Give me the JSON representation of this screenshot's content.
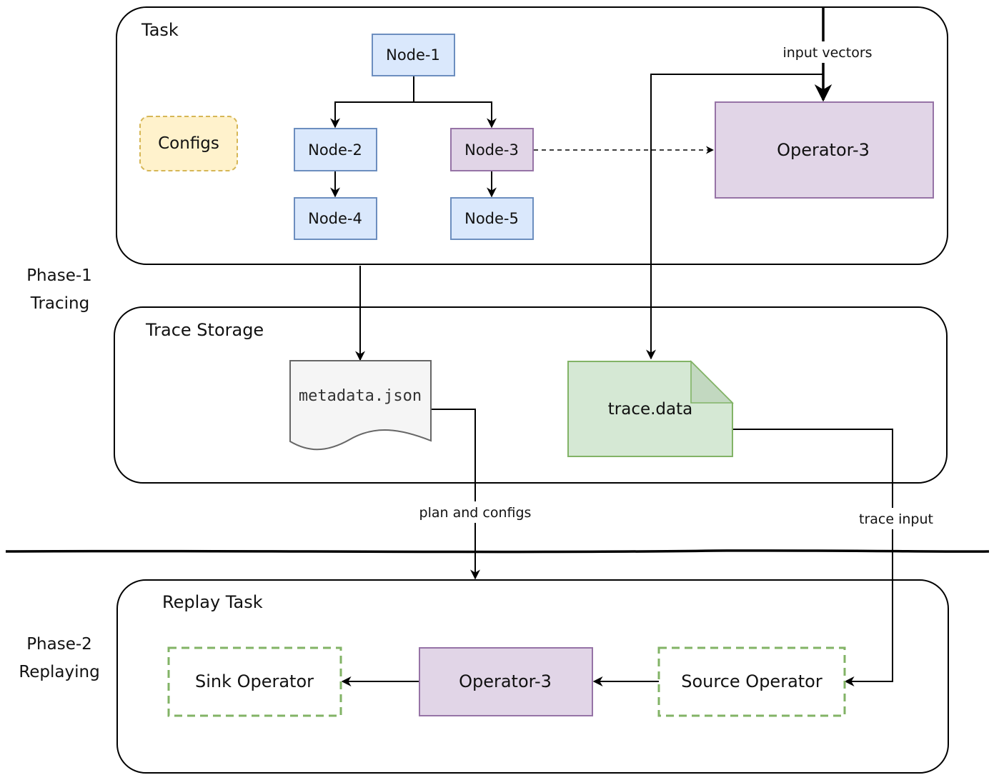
{
  "phases": {
    "phase1_line1": "Phase-1",
    "phase1_line2": "Tracing",
    "phase2_line1": "Phase-2",
    "phase2_line2": "Replaying"
  },
  "groups": {
    "task": "Task",
    "trace_storage": "Trace Storage",
    "replay_task": "Replay Task"
  },
  "nodes": {
    "configs": "Configs",
    "node1": "Node-1",
    "node2": "Node-2",
    "node3": "Node-3",
    "node4": "Node-4",
    "node5": "Node-5",
    "operator3_top": "Operator-3",
    "metadata": "metadata.json",
    "trace_data": "trace.data",
    "sink": "Sink Operator",
    "operator3_bottom": "Operator-3",
    "source": "Source Operator"
  },
  "edge_labels": {
    "input_vectors": "input vectors",
    "plan_configs": "plan and configs",
    "trace_input": "trace input"
  },
  "colors": {
    "blue_fill": "#dae8fc",
    "blue_stroke": "#6c8ebf",
    "purple_fill": "#e1d5e7",
    "purple_stroke": "#9673a6",
    "yellow_fill": "#fff2cc",
    "yellow_stroke": "#d6b656",
    "green_fill": "#d5e8d4",
    "green_stroke": "#82b366",
    "gray_fill": "#f5f5f5",
    "gray_stroke": "#666666"
  }
}
